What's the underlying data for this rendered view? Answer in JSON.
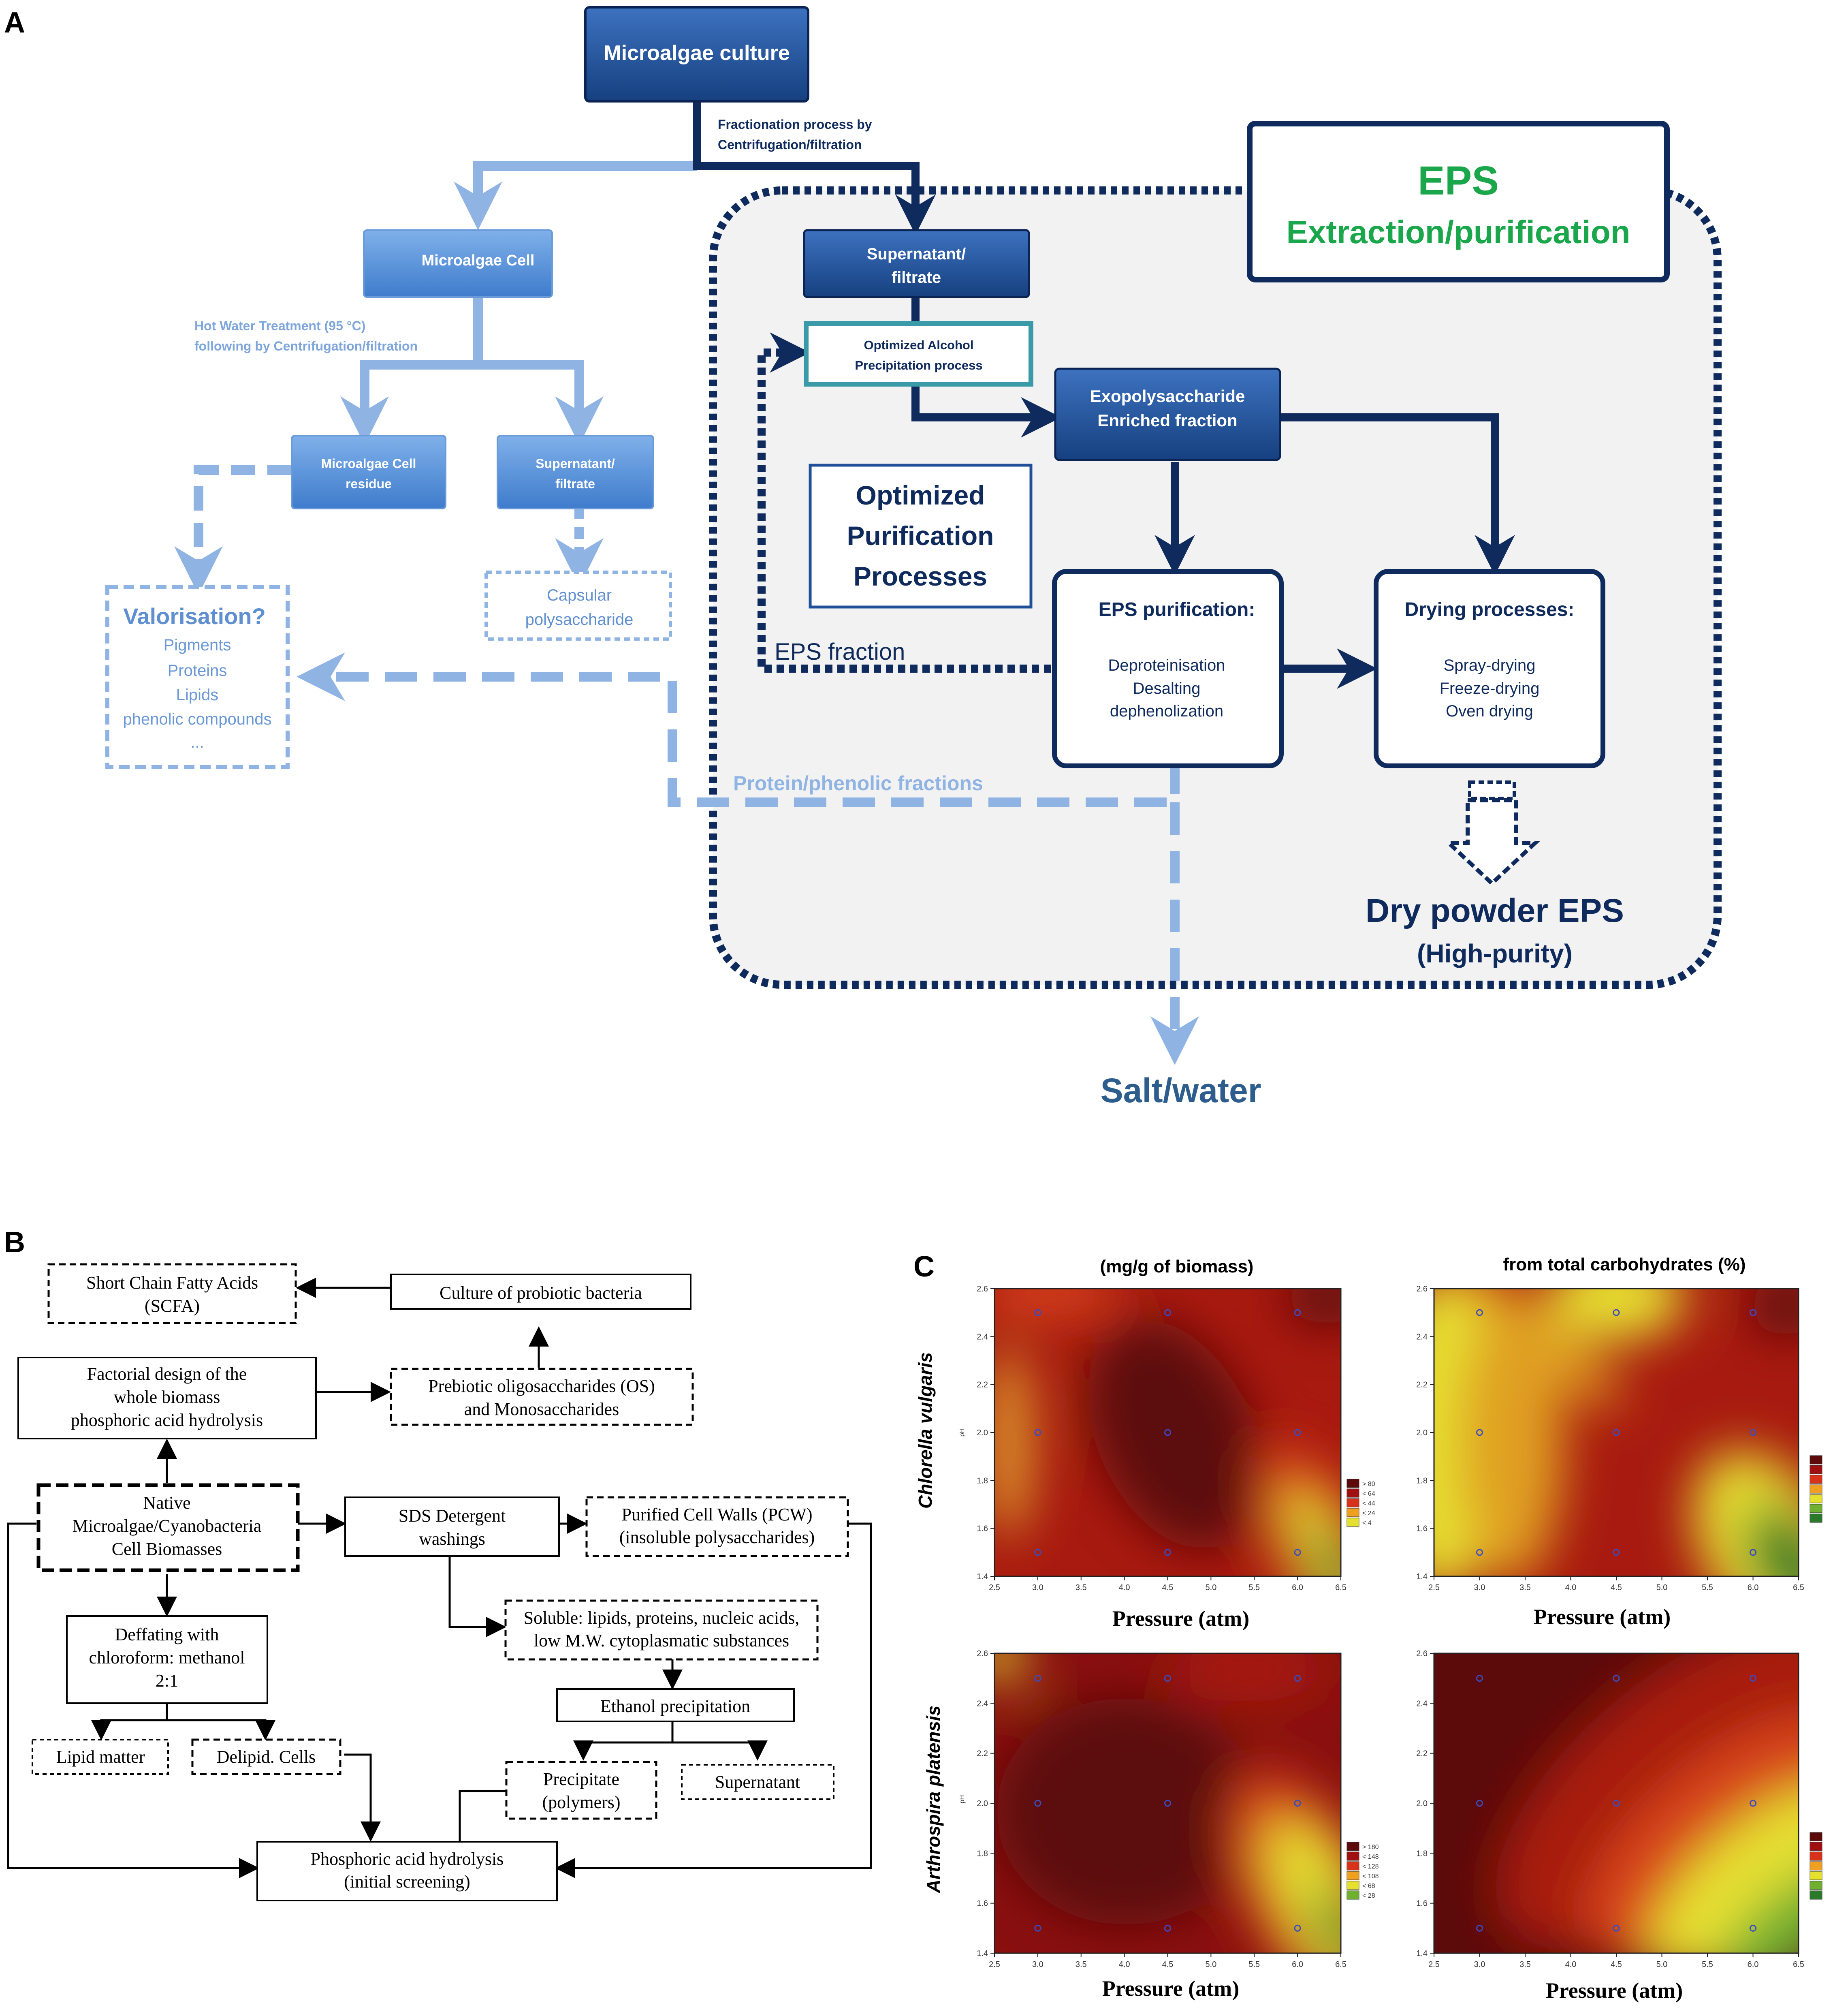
{
  "panel_labels": {
    "a": "A",
    "b": "B",
    "c": "C"
  },
  "colors": {
    "navy": "#0f2a5c",
    "box_blue": "#1f4f98",
    "light_blue": "#7ea6dc",
    "dash_blue": "#8fb3e3",
    "eps_green": "#1aa64a",
    "salt_text": "#2d5d8c",
    "panel_bg": "#f2f2f2"
  },
  "panel_a": {
    "microalgae_culture": "Microalgae culture",
    "fractionation": [
      "Fractionation process by",
      "Centrifugation/filtration"
    ],
    "microalgae_cell": "Microalgae Cell",
    "hot_water": [
      "Hot Water Treatment (95 °C)",
      "following by  Centrifugation/filtration"
    ],
    "cell_residue": [
      "Microalgae Cell",
      "residue"
    ],
    "supernatant_left": [
      "Supernatant/",
      "filtrate"
    ],
    "capsular": [
      "Capsular",
      "polysaccharide"
    ],
    "valorisation_title": "Valorisation?",
    "valorisation_items": [
      "Pigments",
      "Proteins",
      "Lipids",
      "phenolic  compounds",
      "..."
    ],
    "eps_title": "EPS",
    "eps_subtitle": "Extraction/purification",
    "supernatant_right": [
      "Supernatant/",
      "filtrate"
    ],
    "alcohol": [
      "Optimized Alcohol",
      "Precipitation process"
    ],
    "exopoly": [
      "Exopolysaccharide",
      "Enriched fraction"
    ],
    "optimized": [
      "Optimized",
      "Purification",
      "Processes"
    ],
    "eps_purification_title": "EPS purification:",
    "eps_purification_items": [
      "Deproteinisation",
      "Desalting",
      "dephenolization"
    ],
    "drying_title": "Drying processes:",
    "drying_items": [
      "Spray-drying",
      "Freeze-drying",
      "Oven drying"
    ],
    "eps_fraction": "EPS fraction",
    "protein_phenolic": "Protein/phenolic fractions",
    "dry_powder": "Dry powder EPS",
    "high_purity": "(High-purity)",
    "salt_water": "Salt/water"
  },
  "panel_b": {
    "scfa": [
      "Short Chain Fatty Acids",
      "(SCFA)"
    ],
    "culture": "Culture of probiotic bacteria",
    "factorial": [
      "Factorial design of the",
      "whole biomass",
      "phosphoric acid hydrolysis"
    ],
    "prebiotic": [
      "Prebiotic oligosaccharides (OS)",
      "and Monosaccharides"
    ],
    "native": [
      "Native",
      "Microalgae/Cyanobacteria",
      "Cell Biomasses"
    ],
    "sds": [
      "SDS Detergent",
      "washings"
    ],
    "pcw": [
      "Purified Cell Walls (PCW)",
      "(insoluble polysaccharides)"
    ],
    "soluble": [
      "Soluble: lipids, proteins, nucleic acids,",
      "low M.W. cytoplasmatic substances"
    ],
    "deffating": [
      "Deffating with",
      "chloroform: methanol",
      "2:1"
    ],
    "ethanol": "Ethanol precipitation",
    "lipid": "Lipid matter",
    "delipid": "Delipid. Cells",
    "precipitate": [
      "Precipitate",
      "(polymers)"
    ],
    "supernatant": "Supernatant",
    "phosphoric": [
      "Phosphoric acid hydrolysis",
      "(initial screening)"
    ]
  },
  "panel_c": {
    "col_titles": [
      "(mg/g of biomass)",
      "from total carbohydrates (%)"
    ],
    "row_titles": [
      "Chlorella vulgaris",
      "Arthrospira platensis"
    ],
    "xlabel": "Pressure (atm)",
    "ylabel_small": "pH",
    "x_ticks": [
      "2.5",
      "3.0",
      "3.5",
      "4.0",
      "4.5",
      "5.0",
      "5.5",
      "6.0",
      "6.5"
    ],
    "y_ticks": [
      "1.4",
      "1.6",
      "1.8",
      "2.0",
      "2.2",
      "2.4",
      "2.6"
    ],
    "legend_top_left": [
      "> 80",
      "< 64",
      "< 44",
      "< 24",
      "< 4"
    ],
    "legend_bottom_left": [
      "> 180",
      "< 148",
      "< 128",
      "< 108",
      "< 68",
      "< 28"
    ],
    "legend_colors": [
      "#5c0a0a",
      "#a01010",
      "#d8321a",
      "#f0a020",
      "#e6e030",
      "#70b030",
      "#2a7a2a"
    ],
    "design_points": [
      [
        3.0,
        1.5
      ],
      [
        3.0,
        2.0
      ],
      [
        3.0,
        2.5
      ],
      [
        4.5,
        1.5
      ],
      [
        4.5,
        2.0
      ],
      [
        4.5,
        2.5
      ],
      [
        6.0,
        1.5
      ],
      [
        6.0,
        2.0
      ],
      [
        6.0,
        2.5
      ]
    ]
  }
}
